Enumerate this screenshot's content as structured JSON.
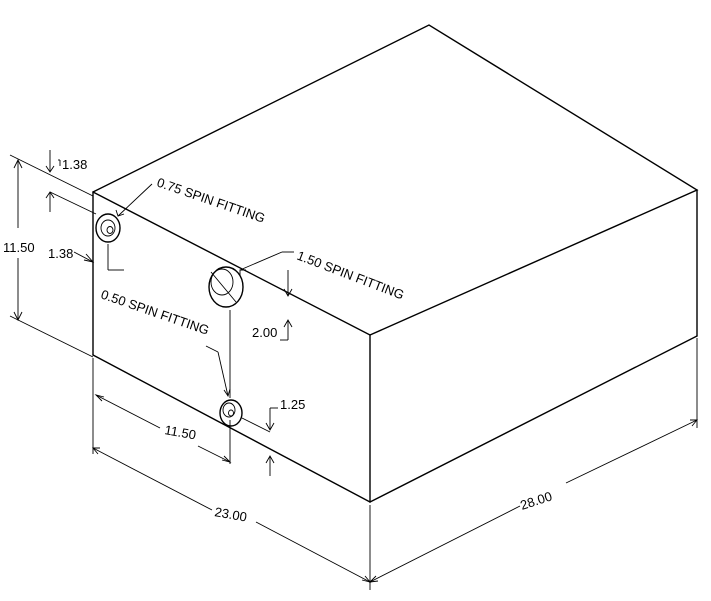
{
  "dimensions": {
    "top_offset": "1.38",
    "height": "11.50",
    "side_offset": "1.38",
    "fitting_spacing": "11.50",
    "width": "23.00",
    "depth": "28.00",
    "large_fitting_drop": "2.00",
    "small_fitting_rise": "1.25"
  },
  "callouts": {
    "fitting_075": "0.75 SPIN FITTING",
    "fitting_150": "1.50 SPIN FITTING",
    "fitting_050": "0.50 SPIN FITTING"
  }
}
